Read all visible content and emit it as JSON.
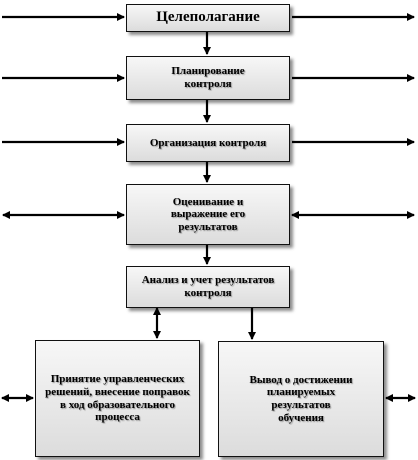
{
  "diagram": {
    "goal": "Целеполагание",
    "planning": "Планирование контроля",
    "organization": "Организация контроля",
    "assessment": "Оценивание и выражение его результатов",
    "analysis": "Анализ и учет результатов контроля",
    "decisions": "Принятие управленческих решений, внесение поправок в ход образовательного процесса",
    "conclusion": "Вывод о достижении планируемых результатов обучения"
  },
  "colors": {
    "box_fill_top": "#f7f7f7",
    "box_fill_bottom": "#dcdcdc",
    "stroke": "#000000"
  }
}
